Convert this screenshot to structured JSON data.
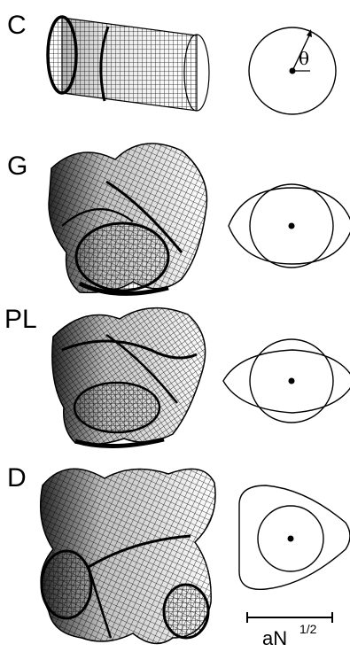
{
  "panels": [
    {
      "label": "C",
      "shape": "cylinder"
    },
    {
      "label": "G",
      "shape": "gyroid"
    },
    {
      "label": "PL",
      "shape": "perforated-lamellar"
    },
    {
      "label": "D",
      "shape": "double-diamond"
    }
  ],
  "angle_symbol": "θ",
  "scale_bar": {
    "text": "aN",
    "exponent": "1/2"
  }
}
